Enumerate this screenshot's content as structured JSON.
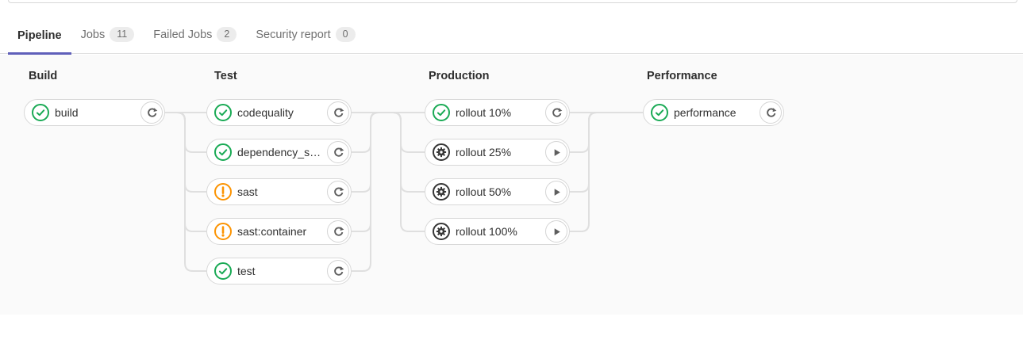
{
  "tabs": {
    "items": [
      {
        "label": "Pipeline",
        "active": true
      },
      {
        "label": "Jobs",
        "badge": "11",
        "active": false
      },
      {
        "label": "Failed Jobs",
        "badge": "2",
        "active": false
      },
      {
        "label": "Security report",
        "badge": "0",
        "active": false
      }
    ]
  },
  "pipeline": {
    "stages": [
      {
        "name": "Build",
        "jobs": [
          {
            "label": "build",
            "status": "success",
            "status_icon": "status-success-icon",
            "action": "retry",
            "action_icon": "retry-icon"
          }
        ]
      },
      {
        "name": "Test",
        "jobs": [
          {
            "label": "codequality",
            "status": "success",
            "status_icon": "status-success-icon",
            "action": "retry",
            "action_icon": "retry-icon"
          },
          {
            "label": "dependency_s…",
            "status": "success",
            "status_icon": "status-success-icon",
            "action": "retry",
            "action_icon": "retry-icon"
          },
          {
            "label": "sast",
            "status": "warning",
            "status_icon": "status-warning-icon",
            "action": "retry",
            "action_icon": "retry-icon"
          },
          {
            "label": "sast:container",
            "status": "warning",
            "status_icon": "status-warning-icon",
            "action": "retry",
            "action_icon": "retry-icon"
          },
          {
            "label": "test",
            "status": "success",
            "status_icon": "status-success-icon",
            "action": "retry",
            "action_icon": "retry-icon"
          }
        ]
      },
      {
        "name": "Production",
        "jobs": [
          {
            "label": "rollout 10%",
            "status": "success",
            "status_icon": "status-success-icon",
            "action": "retry",
            "action_icon": "retry-icon"
          },
          {
            "label": "rollout 25%",
            "status": "manual",
            "status_icon": "status-manual-gear-icon",
            "action": "play",
            "action_icon": "play-icon"
          },
          {
            "label": "rollout 50%",
            "status": "manual",
            "status_icon": "status-manual-gear-icon",
            "action": "play",
            "action_icon": "play-icon"
          },
          {
            "label": "rollout 100%",
            "status": "manual",
            "status_icon": "status-manual-gear-icon",
            "action": "play",
            "action_icon": "play-icon"
          }
        ]
      },
      {
        "name": "Performance",
        "jobs": [
          {
            "label": "performance",
            "status": "success",
            "status_icon": "status-success-icon",
            "action": "retry",
            "action_icon": "retry-icon"
          }
        ]
      }
    ]
  },
  "colors": {
    "accent": "#5f5fba",
    "success": "#1aaa55",
    "warning": "#fc9403",
    "manual": "#363636",
    "action_glyph": "#5e5e5e",
    "connector": "#dfdfdf"
  }
}
